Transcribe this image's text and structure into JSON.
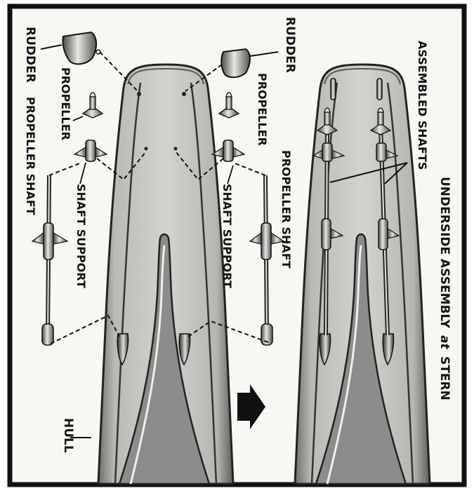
{
  "colors": {
    "paper": "#f7f7f4",
    "border": "#111111",
    "hull_fill": "#c9c9c6",
    "hull_shade": "#8a8a88",
    "hull_edge": "#3a3a3a",
    "ink": "#111111"
  },
  "labels": {
    "rudder_left": "RUDDER",
    "rudder_right": "RUDDER",
    "propeller_left": "PROPELLER",
    "propeller_right": "PROPELLER",
    "propeller_shaft_left": "PROPELLER SHAFT",
    "propeller_shaft_right": "PROPELLER SHAFT",
    "shaft_support_left": "SHAFT SUPPORT",
    "shaft_support_right": "SHAFT SUPPORT",
    "hull": "HULL",
    "assembled_shafts": "ASSEMBLED SHAFTS",
    "caption_main": "UNDERSIDE ASSEMBLY",
    "caption_at": "at",
    "caption_end": "STERN"
  },
  "icons": {
    "arrow": "right-arrow-icon",
    "rudder": "rudder-icon",
    "propeller": "propeller-icon",
    "shaft": "propeller-shaft-icon",
    "support": "shaft-support-icon",
    "strut": "hull-strut-icon"
  }
}
